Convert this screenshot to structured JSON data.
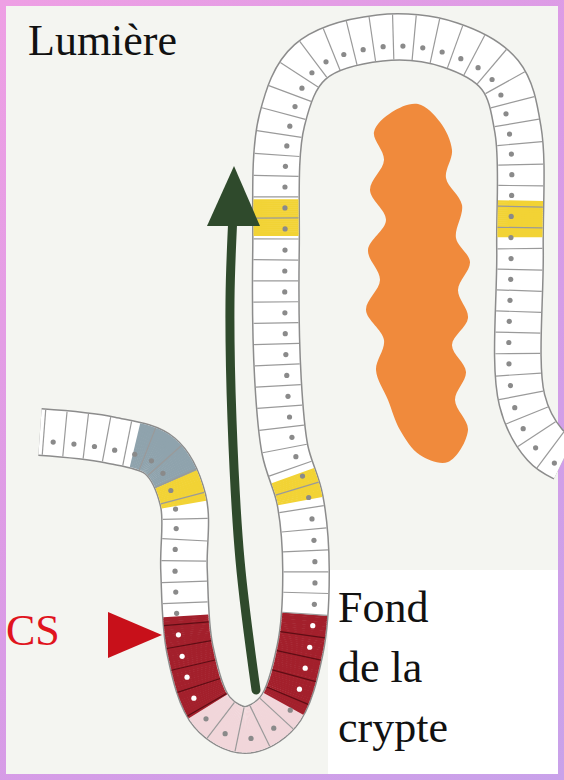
{
  "diagram": {
    "labels": [
      "Lumière",
      "CS",
      "Fond de la crypte"
    ]
  }
}
